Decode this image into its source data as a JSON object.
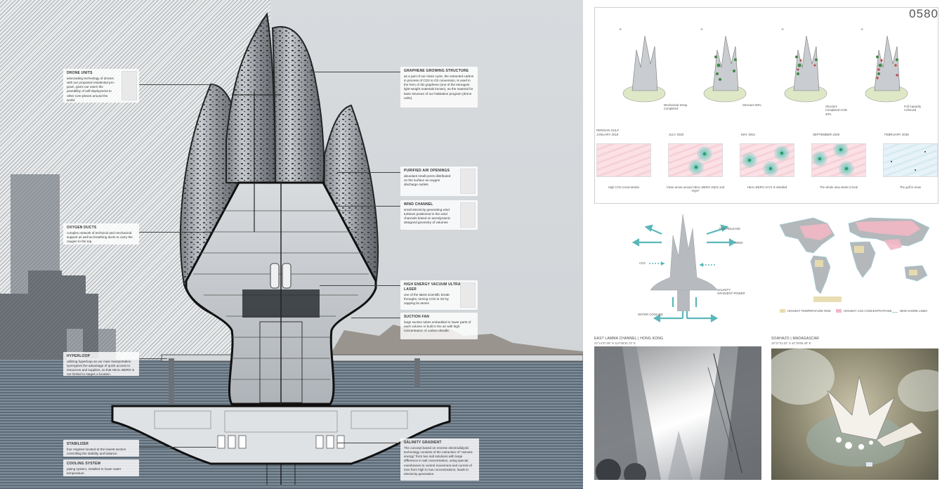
{
  "sheet": {
    "number": "0580"
  },
  "section": {
    "annotations": [
      {
        "id": "drone-units",
        "title": "DRONE UNITS",
        "body": "associating technology of drones with our proposed residential pro-gram, gives our users the possibility of self-deployment to other com-plexes around the world."
      },
      {
        "id": "oxygen-ducts",
        "title": "OXYGEN DUCTS",
        "body": "complex network of technical and mechanical support as well as breathing ducts to carry the oxygen to the top."
      },
      {
        "id": "hyperloop",
        "title": "HYPERLOOP",
        "body": "utilizing hyperloop as our main transportation synergizes the advantage of quick access to resources and supplies, so that HEAL-BERG is not limited to stages a location."
      },
      {
        "id": "stabilizer",
        "title": "STABILIZER",
        "body": "four engines located at the lowest section controlling the stability and balance"
      },
      {
        "id": "cooling-system",
        "title": "COOLING SYSTEM",
        "body": "piping system, installed to lower water temperature"
      },
      {
        "id": "graphene",
        "title": "GRAPHENE GROWING STRUCTURE",
        "body": "as a part of our clean cycle, the extracted carbon in process of CO2 to O2 conversion, is used in the form of 3D graphene (one of the strongest light-weight materials known), as the material for base structure of our habitation program (drone units)."
      },
      {
        "id": "purified-air",
        "title": "PURIFIED AIR OPENINGS",
        "body": "abundant small pores distributed on the surface as oxygen discharge outlets"
      },
      {
        "id": "wind-channel",
        "title": "WIND CHANNEL",
        "body": "small electricity generating wind turbines positioned in the wind channels based on aerodynamic designed geometry of volumes"
      },
      {
        "id": "vacuum-laser",
        "title": "HIGH ENERGY VACUUM ULTRAVIOLET LASER",
        "body": "one of the latest scientific break-throughs, turning CO2 to O2 by zapping its atoms"
      },
      {
        "id": "suction-fan",
        "title": "SUCTION FAN",
        "body": "large suction tubes embedded in lower parts of each volume or built in the air with high concentration of carbon dioxide."
      },
      {
        "id": "salinity",
        "title": "SALINITY GRADIENT",
        "body": "The concept based on reverse electrodialysis technology consists of the extraction of \"osmotic energy\" from two salt solutions with large difference in salt concentration, using special membranes to control movement and current of ions from high to low concentrations, leads to electricity generation."
      }
    ]
  },
  "timeline": {
    "stages": [
      {
        "label": "Mechanical Setup Completed"
      },
      {
        "label": "Structure 80%"
      },
      {
        "label": "Structure Completed Units 40%"
      },
      {
        "label": "Full Capacity Achieved"
      }
    ],
    "dates": [
      {
        "place": "PERSIAN GULF",
        "date": "JANUARY 2018",
        "caption": "High CO2 concentration"
      },
      {
        "date": "JULY 2020",
        "caption": "Clean areas around HEAL-BERG HQ01 and HQ47"
      },
      {
        "date": "MAY 2021",
        "caption": "HEAL-BERG HA74 is installed"
      },
      {
        "date": "SEPTEMBER 2029",
        "caption": "The whole area starts to heal"
      },
      {
        "date": "FEBRUARY 2039",
        "caption": "The gulf is clean"
      }
    ]
  },
  "flow": {
    "co2_release": "CO2 RELEASE",
    "wind": "WIND",
    "co2": "CO2",
    "salinity": "SALINITY GRADIENT POWER",
    "water_cooling": "WATER COOLING"
  },
  "world_map": {
    "legend": [
      {
        "label": "HIGHEST TEMPERATURE RISE",
        "color": "#e8dcae"
      },
      {
        "label": "HIGHEST CO2 CONCENTRATIONS",
        "color": "#f2b8c6"
      },
      {
        "label": "NEW SHORE LINES",
        "color": "#9fcfd9"
      }
    ]
  },
  "renders": [
    {
      "title": "EAST LAMMA CHANNEL | HONG KONG",
      "coords": "22°14'37.09\" N 114°08'32.74\" E"
    },
    {
      "title": "SOAHAZO | MADAGASCAR",
      "coords": "19°27'31.02\" S 44°29'05.48\" E"
    }
  ],
  "colors": {
    "accent_teal": "#5bb7b9",
    "tower_grey": "#b7bbbf",
    "water": "#64717d",
    "co2_pink": "#f2b8c6"
  }
}
